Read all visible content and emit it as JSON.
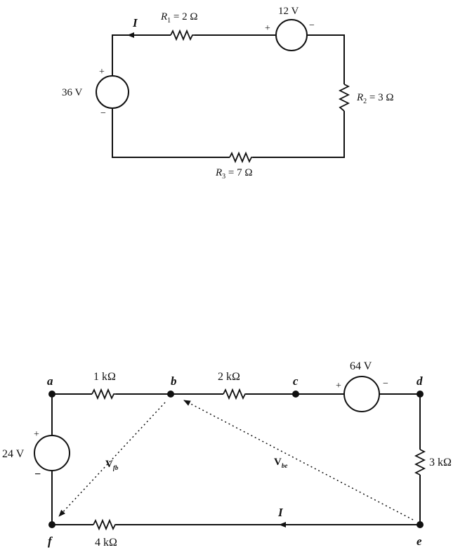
{
  "circuit1": {
    "current_label": "I",
    "r1": {
      "symbol": "R",
      "sub": "1",
      "value": " = 2 Ω"
    },
    "r2": {
      "symbol": "R",
      "sub": "2",
      "value": " = 3 Ω"
    },
    "r3": {
      "symbol": "R",
      "sub": "3",
      "value": " = 7 Ω"
    },
    "source_12": {
      "label": "12 V",
      "plus": "+",
      "minus": "−"
    },
    "source_36": {
      "label": "36 V",
      "plus": "+",
      "minus": "−"
    }
  },
  "circuit2": {
    "nodes": {
      "a": "a",
      "b": "b",
      "c": "c",
      "d": "d",
      "e": "e",
      "f": "f"
    },
    "r_ab": "1 kΩ",
    "r_bc": "2 kΩ",
    "r_de": "3 kΩ",
    "r_ef": "4 kΩ",
    "source_64": {
      "label": "64 V",
      "plus": "+",
      "minus": "−"
    },
    "source_24": {
      "label": "24 V",
      "plus": "+",
      "minus": "−"
    },
    "current_label": "I",
    "v_fb": {
      "main": "V",
      "sub": "fb"
    },
    "v_be": {
      "main": "V",
      "sub": "be"
    }
  }
}
